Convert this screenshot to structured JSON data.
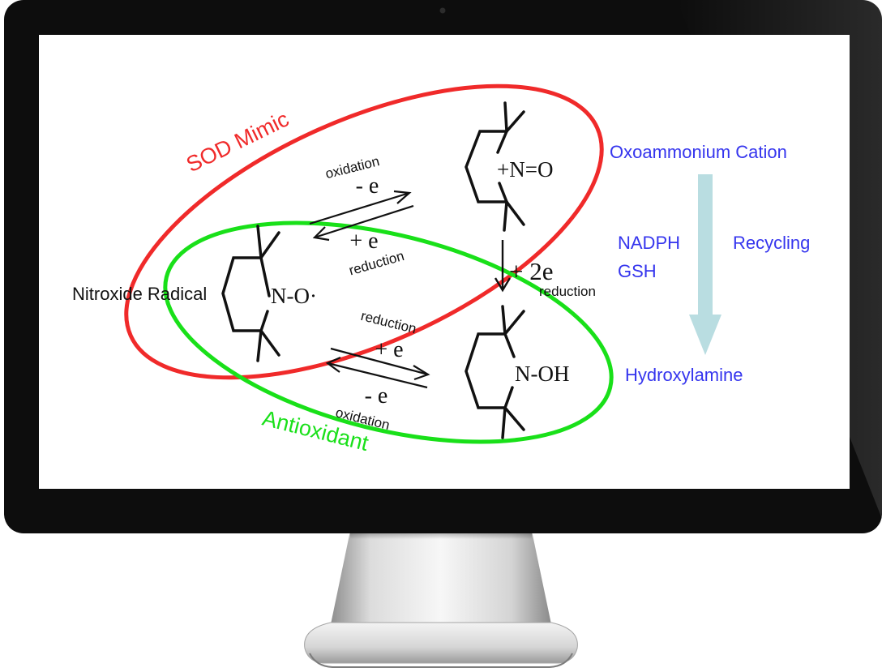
{
  "colors": {
    "sod_ring": "#f02a2a",
    "antioxidant_ring": "#19e019",
    "blue_text": "#3535ee",
    "recycle_arrow": "#b9dde1",
    "bezel": "#0d0d0d"
  },
  "diagram": {
    "sod_label": "SOD Mimic",
    "antioxidant_label": "Antioxidant",
    "nitroxide_label": "Nitroxide Radical",
    "nitroxide_formula": "N-O·",
    "oxo_formula": "+N=O",
    "hydroxylamine_formula": "N-OH",
    "top_pair": {
      "oxidation_label": "oxidation",
      "oxidation_charge": "- e",
      "reduction_charge": "+ e",
      "reduction_label": "reduction"
    },
    "bottom_pair": {
      "reduction_label": "reduction",
      "reduction_charge": "+ e",
      "oxidation_charge": "- e",
      "oxidation_label": "oxidation"
    },
    "vertical": {
      "charge": "+ 2e",
      "label": "reduction"
    },
    "recycling": {
      "oxo_cation_label": "Oxoammonium Cation",
      "reagent_1": "NADPH",
      "reagent_2": "GSH",
      "recycling_label": "Recycling",
      "hydroxylamine_label": "Hydroxylamine"
    }
  }
}
